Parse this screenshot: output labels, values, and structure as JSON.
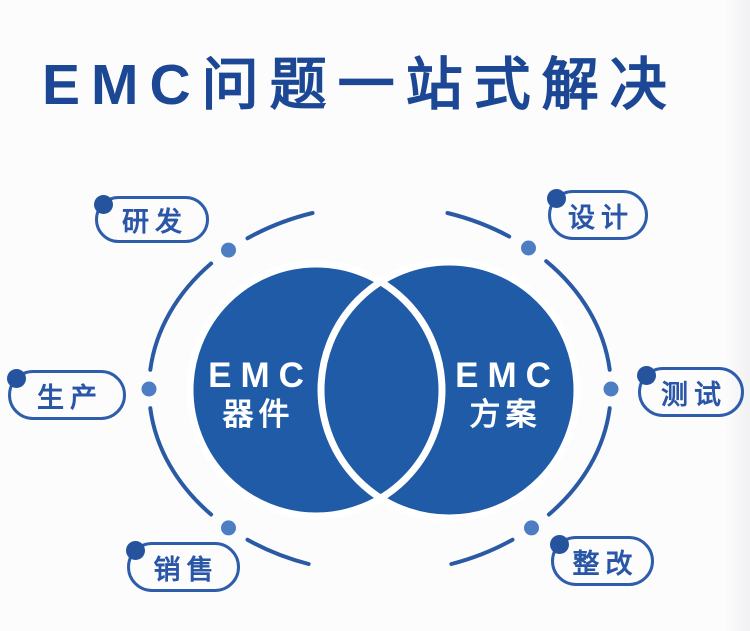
{
  "title": "EMC问题一站式解决",
  "venn": {
    "left_circle": {
      "line1": "EMC",
      "line2": "器件"
    },
    "right_circle": {
      "line1": "EMC",
      "line2": "方案"
    }
  },
  "pills": [
    {
      "label": "研发",
      "position": "top-left"
    },
    {
      "label": "设计",
      "position": "top-right"
    },
    {
      "label": "生产",
      "position": "left"
    },
    {
      "label": "测试",
      "position": "right"
    },
    {
      "label": "销售",
      "position": "bottom-left"
    },
    {
      "label": "整改",
      "position": "bottom-right"
    }
  ],
  "colors": {
    "title_text": "#1c4795",
    "circle_fill": "#1f5ba6",
    "circle_edge": "#ffffff",
    "orbit_stroke": "#2a5aa4",
    "orbit_dot": "#4d7dc2",
    "pill_corner_dot": "#25539e",
    "pill_border": "#2d5dab",
    "pill_text": "#2a56a8",
    "background": "#fcfcfc"
  }
}
